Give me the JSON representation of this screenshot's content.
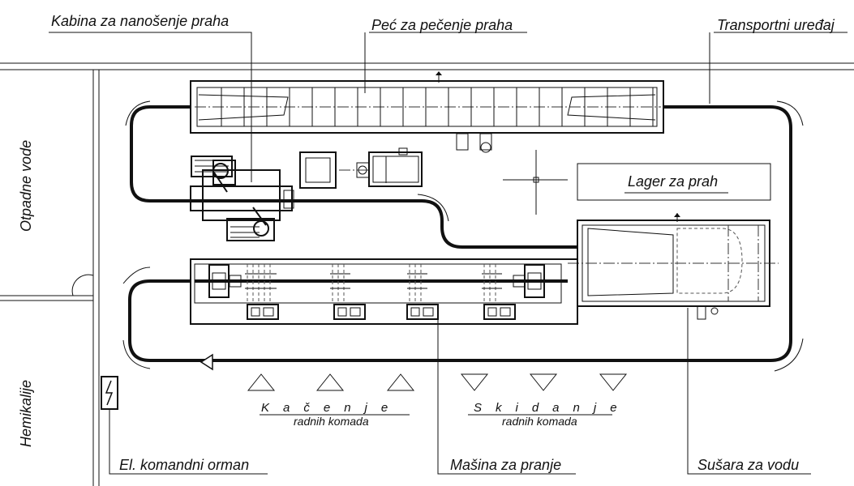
{
  "labels": {
    "kabina": "Kabina za nanošenje praha",
    "pec": "Peć za pečenje praha",
    "transport": "Transportni uređaj",
    "lager": "Lager za prah",
    "otpadne": "Otpadne vode",
    "hemikalije": "Hemikalije",
    "orman": "El. komandni orman",
    "masina": "Mašina za pranje",
    "susara": "Sušara za vodu",
    "kacenje": "Kačenje",
    "kacenje_sub": "radnih komada",
    "skidanje": "Skidanje",
    "skidanje_sub": "radnih komada"
  }
}
